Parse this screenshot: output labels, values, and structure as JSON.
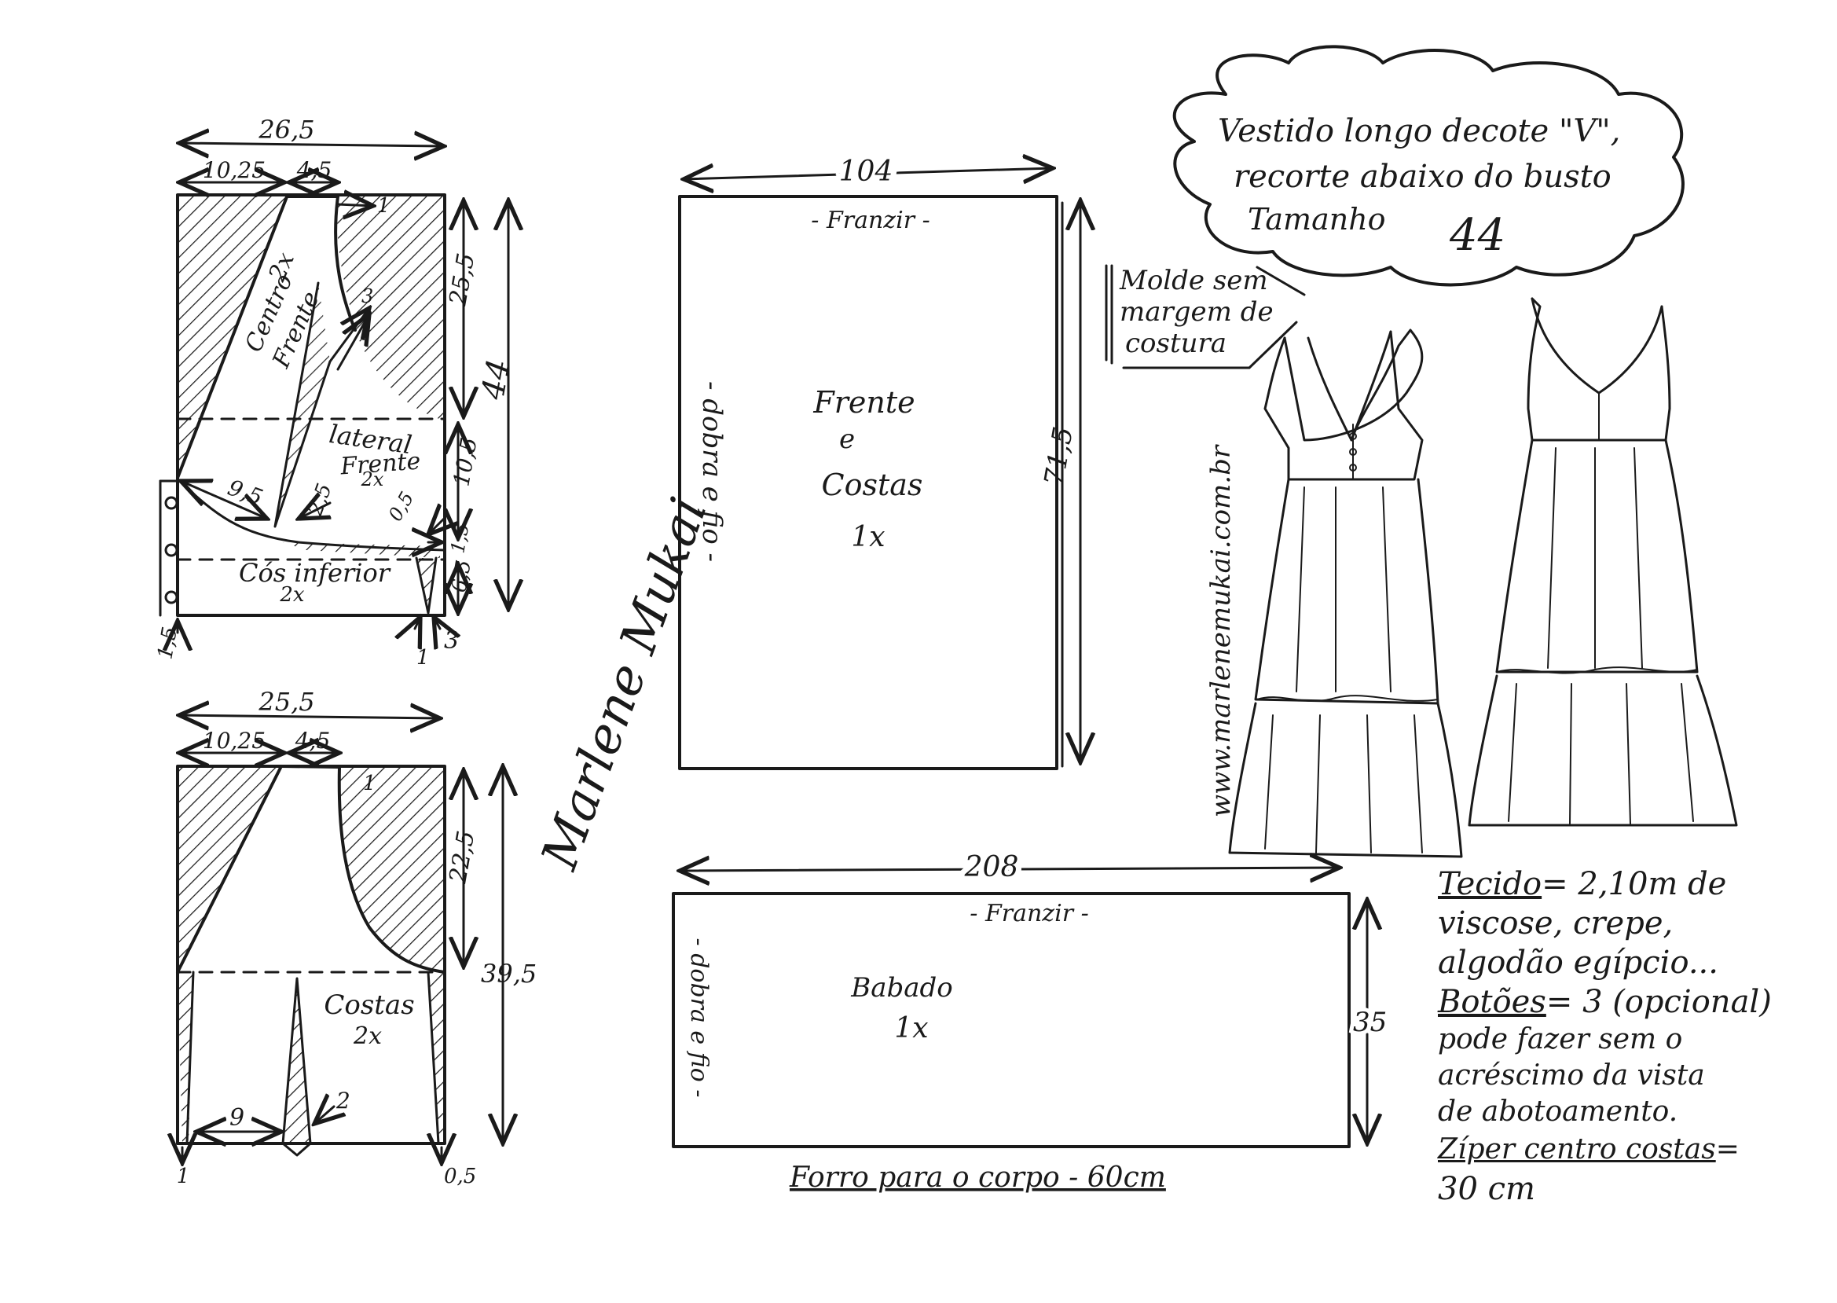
{
  "title": {
    "line1": "Vestido longo decote \"V\",",
    "line2": "recorte abaixo do busto",
    "line3_label": "Tamanho",
    "line3_size": "44"
  },
  "seam_note": [
    "Molde sem",
    "margem de",
    "costura"
  ],
  "website": "www.marlenemukai.com.br",
  "signature": "Marlene Mukai",
  "front_pattern": {
    "width_top": "26,5",
    "neck_left": "10,25",
    "neck_width": "4,5",
    "height_upper": "25,5",
    "height_total": "44",
    "height_mid": "10,5",
    "height_small": "1,5",
    "height_band": "6,5",
    "dart_diag": "9,5",
    "dart_2_5": "2,5",
    "dart_0_5": "0,5",
    "mark_1": "1",
    "mark_3": "3",
    "bottom_left": "1,5",
    "bottom_mid": "1",
    "bottom_right": "3",
    "label_centro": "Centro",
    "label_frente": "Frente",
    "label_centro_qty": "2x",
    "label_lateral": "lateral",
    "label_lateral_frente": "Frente",
    "label_lateral_qty": "2x",
    "label_cos": "Cós inferior",
    "label_cos_qty": "2x"
  },
  "back_pattern": {
    "width_top": "25,5",
    "neck_left": "10,25",
    "neck_width": "4,5",
    "mark_1": "1",
    "height_upper": "22,5",
    "height_lower": "39,5",
    "label": "Costas",
    "label_qty": "2x",
    "bottom_9": "9",
    "dart_2": "2",
    "bottom_left": "1",
    "bottom_right": "0,5"
  },
  "skirt_piece": {
    "width": "104",
    "height": "71,5",
    "gather": "- Franzir -",
    "fold": "- dobra e fio -",
    "label_line1": "Frente",
    "label_line2": "e",
    "label_line3": "Costas",
    "label_qty": "1x"
  },
  "ruffle_piece": {
    "width": "208",
    "height": "35",
    "gather": "- Franzir -",
    "fold": "- dobra e fio -",
    "label": "Babado",
    "label_qty": "1x"
  },
  "lining_note": "Forro para o corpo - 60cm",
  "materials": {
    "fabric_label": "Tecido",
    "fabric_line1": "= 2,10m de",
    "fabric_line2": "viscose, crepe,",
    "fabric_line3": "algodão egípcio...",
    "buttons_label": "Botões",
    "buttons_text": "= 3 (opcional)",
    "optional_line1": "pode fazer sem o",
    "optional_line2": "acréscimo da vista",
    "optional_line3": "de abotoamento.",
    "zipper_label": "Zíper centro costas",
    "zipper_text": "=",
    "zipper_length": "30 cm"
  }
}
